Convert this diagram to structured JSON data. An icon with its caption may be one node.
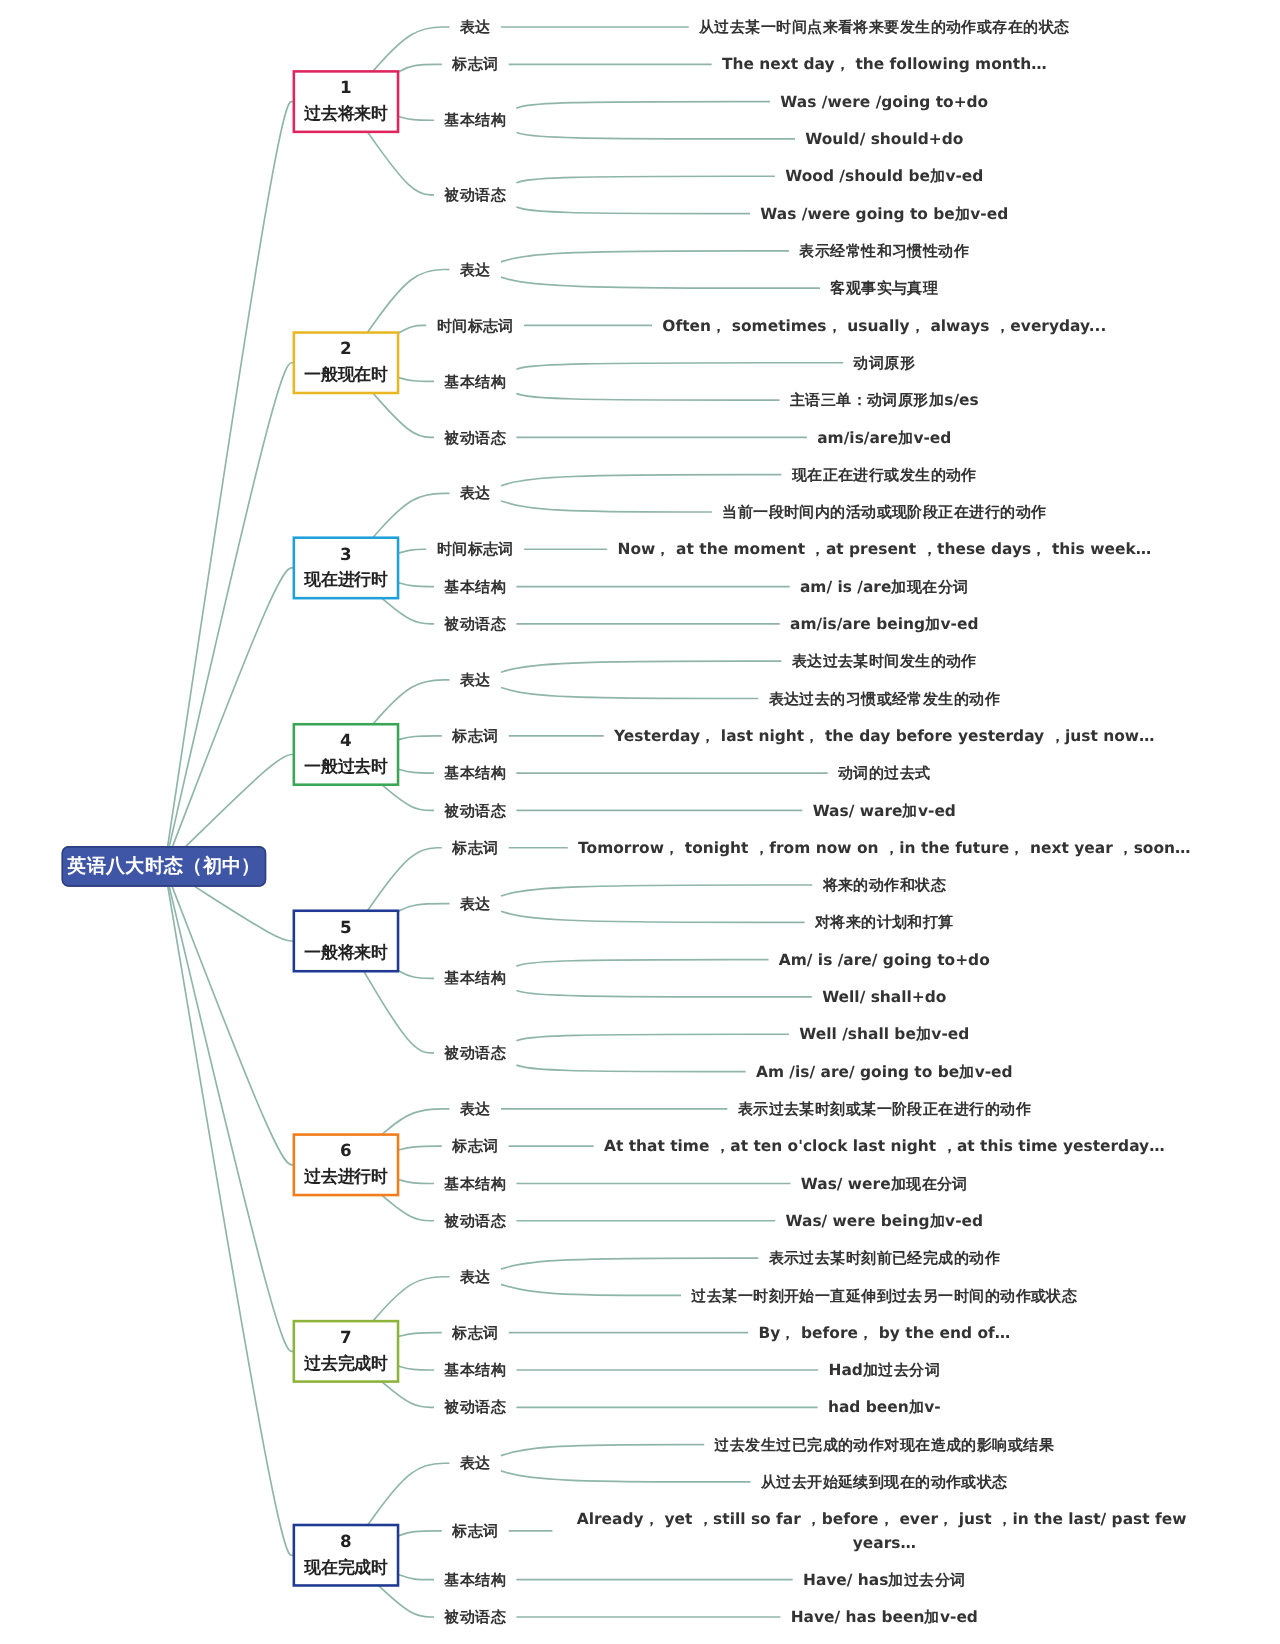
{
  "diagram": {
    "nodes": [
      {
        "text": [
          "英语八大时态（初中）"
        ]
      },
      {
        "text": [
          "1",
          "过去将来时"
        ]
      },
      {
        "text": [
          "表达"
        ]
      },
      {
        "text": [
          "从过去某一时间点来看将来要发生的动作或存在的状态"
        ]
      },
      {
        "text": [
          "标志词"
        ]
      },
      {
        "text": [
          "The next day， the following month…"
        ]
      },
      {
        "text": [
          "基本结构"
        ]
      },
      {
        "text": [
          "Was /were /going to+do"
        ]
      },
      {
        "text": [
          "Would/ should+do"
        ]
      },
      {
        "text": [
          "被动语态"
        ]
      },
      {
        "text": [
          "Wood /should be加v-ed"
        ]
      },
      {
        "text": [
          "Was /were going to be加v-ed"
        ]
      },
      {
        "text": [
          "2",
          "一般现在时"
        ]
      },
      {
        "text": [
          "表达"
        ]
      },
      {
        "text": [
          "表示经常性和习惯性动作"
        ]
      },
      {
        "text": [
          "客观事实与真理"
        ]
      },
      {
        "text": [
          "时间标志词"
        ]
      },
      {
        "text": [
          "Often， sometimes， usually， always ，everyday..."
        ]
      },
      {
        "text": [
          "基本结构"
        ]
      },
      {
        "text": [
          "动词原形"
        ]
      },
      {
        "text": [
          "主语三单：动词原形加s/es"
        ]
      },
      {
        "text": [
          "被动语态"
        ]
      },
      {
        "text": [
          "am/is/are加v-ed"
        ]
      },
      {
        "text": [
          "3",
          "现在进行时"
        ]
      },
      {
        "text": [
          "表达"
        ]
      },
      {
        "text": [
          "现在正在进行或发生的动作"
        ]
      },
      {
        "text": [
          "当前一段时间内的活动或现阶段正在进行的动作"
        ]
      },
      {
        "text": [
          "时间标志词"
        ]
      },
      {
        "text": [
          "Now， at the moment ，at present ，these days， this week…"
        ]
      },
      {
        "text": [
          "基本结构"
        ]
      },
      {
        "text": [
          "am/ is /are加现在分词"
        ]
      },
      {
        "text": [
          "被动语态"
        ]
      },
      {
        "text": [
          "am/is/are being加v-ed"
        ]
      },
      {
        "text": [
          "4",
          "一般过去时"
        ]
      },
      {
        "text": [
          "表达"
        ]
      },
      {
        "text": [
          "表达过去某时间发生的动作"
        ]
      },
      {
        "text": [
          "表达过去的习惯或经常发生的动作"
        ]
      },
      {
        "text": [
          "标志词"
        ]
      },
      {
        "text": [
          "Yesterday， last night， the day before yesterday ，just now…"
        ]
      },
      {
        "text": [
          "基本结构"
        ]
      },
      {
        "text": [
          "动词的过去式"
        ]
      },
      {
        "text": [
          "被动语态"
        ]
      },
      {
        "text": [
          "Was/ ware加v-ed"
        ]
      },
      {
        "text": [
          "5",
          "一般将来时"
        ]
      },
      {
        "text": [
          "标志词"
        ]
      },
      {
        "text": [
          "Tomorrow， tonight ，from now on ，in the future， next year ，soon…"
        ]
      },
      {
        "text": [
          "表达"
        ]
      },
      {
        "text": [
          "将来的动作和状态"
        ]
      },
      {
        "text": [
          "对将来的计划和打算"
        ]
      },
      {
        "text": [
          "基本结构"
        ]
      },
      {
        "text": [
          "Am/ is /are/ going to+do"
        ]
      },
      {
        "text": [
          "Well/ shall+do"
        ]
      },
      {
        "text": [
          "被动语态"
        ]
      },
      {
        "text": [
          "Well /shall be加v-ed"
        ]
      },
      {
        "text": [
          "Am /is/ are/ going to be加v-ed"
        ]
      },
      {
        "text": [
          "6",
          "过去进行时"
        ]
      },
      {
        "text": [
          "表达"
        ]
      },
      {
        "text": [
          "表示过去某时刻或某一阶段正在进行的动作"
        ]
      },
      {
        "text": [
          "标志词"
        ]
      },
      {
        "text": [
          "At that time ，at ten o'clock last night ，at this time yesterday…"
        ]
      },
      {
        "text": [
          "基本结构"
        ]
      },
      {
        "text": [
          "Was/ were加现在分词"
        ]
      },
      {
        "text": [
          "被动语态"
        ]
      },
      {
        "text": [
          "Was/ were being加v-ed"
        ]
      },
      {
        "text": [
          "7",
          "过去完成时"
        ]
      },
      {
        "text": [
          "表达"
        ]
      },
      {
        "text": [
          "表示过去某时刻前已经完成的动作"
        ]
      },
      {
        "text": [
          "过去某一时刻开始一直延伸到过去另一时间的动作或状态"
        ]
      },
      {
        "text": [
          "标志词"
        ]
      },
      {
        "text": [
          "By， before， by the end of…"
        ]
      },
      {
        "text": [
          "基本结构"
        ]
      },
      {
        "text": [
          "Had加过去分词"
        ]
      },
      {
        "text": [
          "被动语态"
        ]
      },
      {
        "text": [
          "had been加v-"
        ]
      },
      {
        "text": [
          "8",
          "现在完成时"
        ]
      },
      {
        "text": [
          "表达"
        ]
      },
      {
        "text": [
          "过去发生过已完成的动作对现在造成的影响或结果"
        ]
      },
      {
        "text": [
          "从过去开始延续到现在的动作或状态"
        ]
      },
      {
        "text": [
          "标志词"
        ]
      },
      {
        "text": [
          "Already， yet ，still so far ，before， ever， just ，in the last/ past few years…"
        ]
      },
      {
        "text": [
          "基本结构"
        ]
      },
      {
        "text": [
          "Have/ has加过去分词"
        ]
      },
      {
        "text": [
          "被动语态"
        ]
      },
      {
        "text": [
          "Have/ has been加v-ed"
        ]
      }
    ],
    "edges": [
      {
        "from": 0,
        "to": 1,
        "arrow": "none"
      },
      {
        "from": 0,
        "to": 12,
        "arrow": "none"
      },
      {
        "from": 0,
        "to": 23,
        "arrow": "none"
      },
      {
        "from": 0,
        "to": 33,
        "arrow": "none"
      },
      {
        "from": 0,
        "to": 43,
        "arrow": "none"
      },
      {
        "from": 0,
        "to": 55,
        "arrow": "none"
      },
      {
        "from": 0,
        "to": 64,
        "arrow": "none"
      },
      {
        "from": 0,
        "to": 74,
        "arrow": "none"
      },
      {
        "from": 1,
        "to": 2,
        "arrow": "none"
      },
      {
        "from": 1,
        "to": 4,
        "arrow": "none"
      },
      {
        "from": 1,
        "to": 6,
        "arrow": "none"
      },
      {
        "from": 1,
        "to": 9,
        "arrow": "none"
      },
      {
        "from": 2,
        "to": 3,
        "arrow": "none"
      },
      {
        "from": 4,
        "to": 5,
        "arrow": "none"
      },
      {
        "from": 6,
        "to": 7,
        "arrow": "none"
      },
      {
        "from": 6,
        "to": 8,
        "arrow": "none"
      },
      {
        "from": 9,
        "to": 10,
        "arrow": "none"
      },
      {
        "from": 9,
        "to": 11,
        "arrow": "none"
      },
      {
        "from": 12,
        "to": 13,
        "arrow": "none"
      },
      {
        "from": 12,
        "to": 16,
        "arrow": "none"
      },
      {
        "from": 12,
        "to": 18,
        "arrow": "none"
      },
      {
        "from": 12,
        "to": 21,
        "arrow": "none"
      },
      {
        "from": 13,
        "to": 14,
        "arrow": "none"
      },
      {
        "from": 13,
        "to": 15,
        "arrow": "none"
      },
      {
        "from": 16,
        "to": 17,
        "arrow": "none"
      },
      {
        "from": 18,
        "to": 19,
        "arrow": "none"
      },
      {
        "from": 18,
        "to": 20,
        "arrow": "none"
      },
      {
        "from": 21,
        "to": 22,
        "arrow": "none"
      },
      {
        "from": 23,
        "to": 24,
        "arrow": "none"
      },
      {
        "from": 23,
        "to": 27,
        "arrow": "none"
      },
      {
        "from": 23,
        "to": 29,
        "arrow": "none"
      },
      {
        "from": 23,
        "to": 31,
        "arrow": "none"
      },
      {
        "from": 24,
        "to": 25,
        "arrow": "none"
      },
      {
        "from": 24,
        "to": 26,
        "arrow": "none"
      },
      {
        "from": 27,
        "to": 28,
        "arrow": "none"
      },
      {
        "from": 29,
        "to": 30,
        "arrow": "none"
      },
      {
        "from": 31,
        "to": 32,
        "arrow": "none"
      },
      {
        "from": 33,
        "to": 34,
        "arrow": "none"
      },
      {
        "from": 33,
        "to": 37,
        "arrow": "none"
      },
      {
        "from": 33,
        "to": 39,
        "arrow": "none"
      },
      {
        "from": 33,
        "to": 41,
        "arrow": "none"
      },
      {
        "from": 34,
        "to": 35,
        "arrow": "none"
      },
      {
        "from": 34,
        "to": 36,
        "arrow": "none"
      },
      {
        "from": 37,
        "to": 38,
        "arrow": "none"
      },
      {
        "from": 39,
        "to": 40,
        "arrow": "none"
      },
      {
        "from": 41,
        "to": 42,
        "arrow": "none"
      },
      {
        "from": 43,
        "to": 44,
        "arrow": "none"
      },
      {
        "from": 43,
        "to": 46,
        "arrow": "none"
      },
      {
        "from": 43,
        "to": 49,
        "arrow": "none"
      },
      {
        "from": 43,
        "to": 52,
        "arrow": "none"
      },
      {
        "from": 44,
        "to": 45,
        "arrow": "none"
      },
      {
        "from": 46,
        "to": 47,
        "arrow": "none"
      },
      {
        "from": 46,
        "to": 48,
        "arrow": "none"
      },
      {
        "from": 49,
        "to": 50,
        "arrow": "none"
      },
      {
        "from": 49,
        "to": 51,
        "arrow": "none"
      },
      {
        "from": 52,
        "to": 53,
        "arrow": "none"
      },
      {
        "from": 52,
        "to": 54,
        "arrow": "none"
      },
      {
        "from": 55,
        "to": 56,
        "arrow": "none"
      },
      {
        "from": 55,
        "to": 58,
        "arrow": "none"
      },
      {
        "from": 55,
        "to": 60,
        "arrow": "none"
      },
      {
        "from": 55,
        "to": 62,
        "arrow": "none"
      },
      {
        "from": 56,
        "to": 57,
        "arrow": "none"
      },
      {
        "from": 58,
        "to": 59,
        "arrow": "none"
      },
      {
        "from": 60,
        "to": 61,
        "arrow": "none"
      },
      {
        "from": 62,
        "to": 63,
        "arrow": "none"
      },
      {
        "from": 64,
        "to": 65,
        "arrow": "none"
      },
      {
        "from": 64,
        "to": 68,
        "arrow": "none"
      },
      {
        "from": 64,
        "to": 70,
        "arrow": "none"
      },
      {
        "from": 64,
        "to": 72,
        "arrow": "none"
      },
      {
        "from": 65,
        "to": 66,
        "arrow": "none"
      },
      {
        "from": 65,
        "to": 67,
        "arrow": "none"
      },
      {
        "from": 68,
        "to": 69,
        "arrow": "none"
      },
      {
        "from": 70,
        "to": 71,
        "arrow": "none"
      },
      {
        "from": 72,
        "to": 73,
        "arrow": "none"
      },
      {
        "from": 74,
        "to": 75,
        "arrow": "none"
      },
      {
        "from": 74,
        "to": 78,
        "arrow": "none"
      },
      {
        "from": 74,
        "to": 80,
        "arrow": "none"
      },
      {
        "from": 74,
        "to": 82,
        "arrow": "none"
      },
      {
        "from": 75,
        "to": 76,
        "arrow": "none"
      },
      {
        "from": 75,
        "to": 77,
        "arrow": "none"
      },
      {
        "from": 78,
        "to": 79,
        "arrow": "none"
      },
      {
        "from": 80,
        "to": 81,
        "arrow": "none"
      },
      {
        "from": 82,
        "to": 83,
        "arrow": "none"
      }
    ]
  }
}
